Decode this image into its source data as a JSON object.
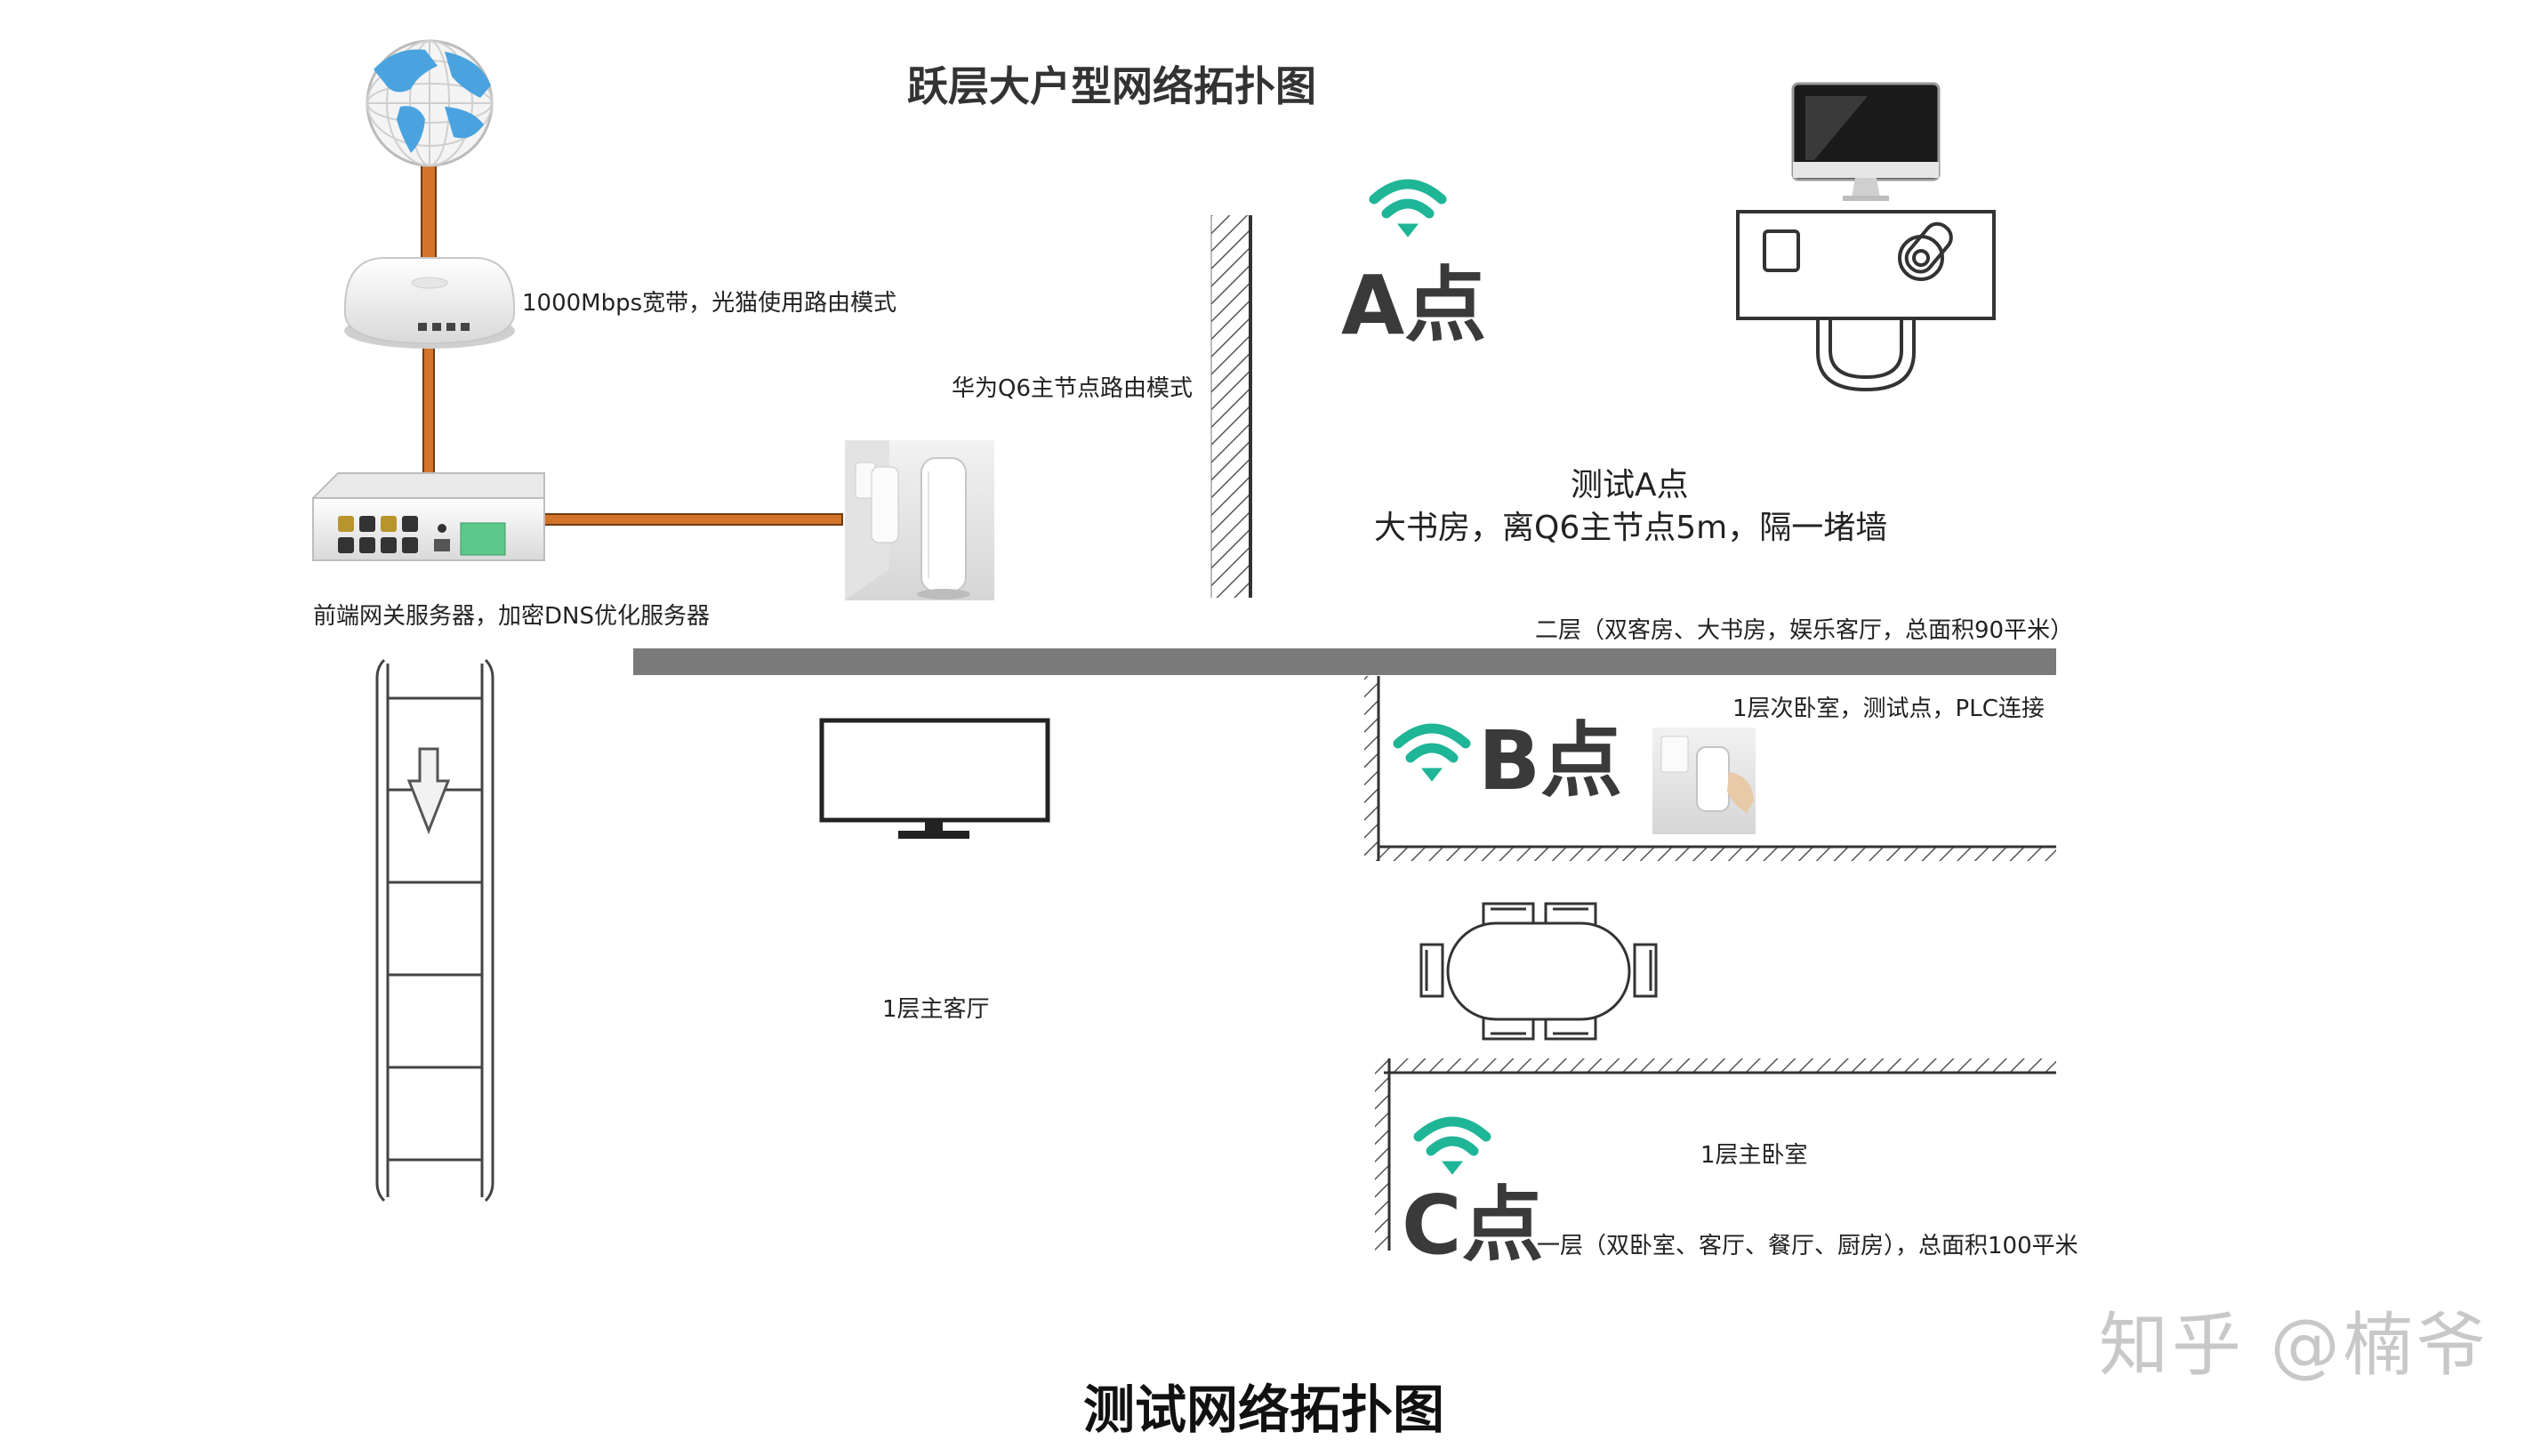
{
  "title": "跃层大户型网络拓扑图",
  "bottom_title": "测试网络拓扑图",
  "watermark": "知乎 @楠爷",
  "labels": {
    "broadband": "1000Mbps宽带，光猫使用路由模式",
    "router": "华为Q6主节点路由模式",
    "gateway": "前端网关服务器，加密DNS优化服务器",
    "test_a_line1": "测试A点",
    "test_a_line2": "大书房，离Q6主节点5m，隔一堵墙",
    "floor2": "二层（双客房、大书房，娱乐客厅，总面积90平米）",
    "b_room": "1层次卧室，测试点，PLC连接",
    "living": "1层主客厅",
    "c_room": "1层主卧室",
    "floor1": "一层（双卧室、客厅、餐厅、厨房），总面积100平米"
  },
  "points": {
    "a": "A点",
    "b": "B点",
    "c": "C点"
  },
  "colors": {
    "cable": "#d4742a",
    "wifi": "#1fb597",
    "floor_slab": "#7a7a7a",
    "globe_land": "#4aa3df",
    "device_green": "#5cc98a"
  },
  "icons": [
    "globe-icon",
    "optical-modem-icon",
    "gateway-server-icon",
    "mesh-router-icon",
    "wifi-icon",
    "computer-monitor-icon",
    "desk-icon",
    "tv-icon",
    "plc-adapter-icon",
    "dining-table-icon",
    "staircase-icon"
  ]
}
